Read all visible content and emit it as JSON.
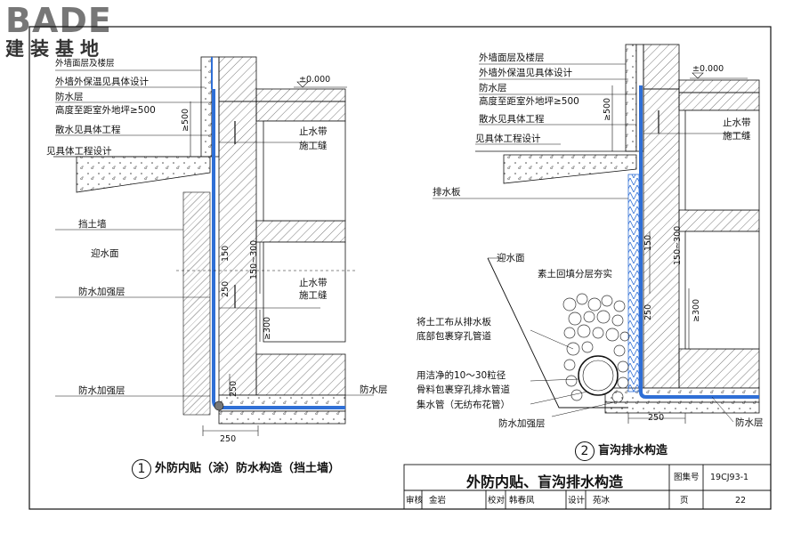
{
  "logo": {
    "brand": "BADE",
    "subtitle": "建装基地"
  },
  "colors": {
    "waterproof": "#2f6fd6",
    "line": "#111111",
    "hatch": "#555555"
  },
  "detail1": {
    "caption": "外防内贴（涂）防水构造（挡土墙）",
    "number": "1",
    "labels": {
      "finish": "外墙面层及楼层",
      "insulation": "外墙外保温见具体设计",
      "waterproof": "防水层",
      "height": "高度至距室外地坪≥500",
      "apron": "散水见具体工程",
      "see_design": "见具体工程设计",
      "retaining_wall": "挡土墙",
      "water_face": "迎水面",
      "reinforce_1": "防水加强层",
      "reinforce_2": "防水加强层",
      "waterproof_bottom": "防水层",
      "waterstop_1": "止水带",
      "joint_1": "施工缝",
      "waterstop_2": "止水带",
      "joint_2": "施工缝"
    },
    "dims": {
      "elev": "±0.000",
      "ge500": "≥500",
      "d150": "150",
      "d150_300": "150~300",
      "d250": "250",
      "ge300": "≥300",
      "d250_v": "250",
      "d250_h": "250"
    }
  },
  "detail2": {
    "caption": "盲沟排水构造",
    "number": "2",
    "labels": {
      "finish": "外墙面层及楼层",
      "insulation": "外墙外保温见具体设计",
      "waterproof": "防水层",
      "height": "高度至距室外地坪≥500",
      "apron": "散水见具体工程",
      "see_design": "见具体工程设计",
      "drain_board": "排水板",
      "water_face": "迎水面",
      "backfill": "素土回填分层夯实",
      "geotextile_1": "将土工布从排水板",
      "geotextile_2": "底部包裹穿孔管道",
      "gravel_1": "用洁净的10～30粒径",
      "gravel_2": "骨料包裹穿孔排水管道",
      "collect_pipe": "集水管（无纺布花管）",
      "reinforce": "防水加强层",
      "waterproof_bottom": "防水层",
      "waterstop": "止水带",
      "joint": "施工缝"
    },
    "dims": {
      "elev": "±0.000",
      "ge500": "≥500",
      "d150": "150",
      "d150_300": "150~300",
      "ge300": "≥300",
      "d250": "250",
      "d250_b": "250"
    }
  },
  "title_block": {
    "title": "外防内贴、盲沟排水构造",
    "atlas_label": "图集号",
    "atlas_no": "19CJ93-1",
    "review_label": "审核",
    "reviewer": "金岩",
    "check_label": "校对",
    "checker": "韩春凤",
    "design_label": "设计",
    "designer": "苑冰",
    "page_label": "页",
    "page_no": "22"
  }
}
